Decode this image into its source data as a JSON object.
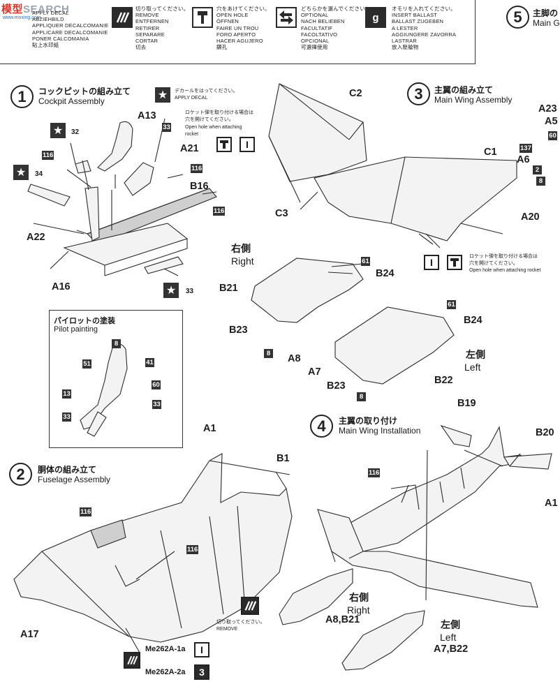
{
  "watermark": {
    "brand_a": "模型",
    "brand_b": "SEARCH",
    "url": "www.moxing.com"
  },
  "legend": [
    {
      "icon": "sticker-icon",
      "lines": [
        "APPLY DECAL",
        "ABZIEHBILD",
        "APPLIQUER DECALCOMANIE",
        "APPLICARE DECALCOMANIE",
        "PONER CALCOMANIA",
        "貼上水印紙"
      ]
    },
    {
      "icon": "cut-icon",
      "lines": [
        "切り取ってください。",
        "REMOVE",
        "ENTFERNEN",
        "RETIRER",
        "SEPARARE",
        "CORTAR",
        "切去"
      ]
    },
    {
      "icon": "drill-icon",
      "lines": [
        "穴をあけてください。",
        "OPEN HOLE",
        "ÖFFNEN",
        "FAIRE UN TROU",
        "FORO APERTO",
        "HACER AGUJERO",
        "鑽孔"
      ]
    },
    {
      "icon": "optional-arrows-icon",
      "lines": [
        "どちらかを選んでください。",
        "OPTIONAL",
        "NACH BELIEBEN",
        "FACULTATIF",
        "FACOLTATIVO",
        "OPCIONAL",
        "可選擇使用"
      ]
    },
    {
      "icon": "weight-icon",
      "lines": [
        "オモリを入れてください。",
        "INSERT BALLAST",
        "BALLAST ZUGEBEN",
        "A LESTER",
        "AGGIUNGERE ZAVORRA",
        "LASTRAR",
        "放入壓艙物"
      ]
    }
  ],
  "step5": {
    "num": "5",
    "jp": "主脚の",
    "en": "Main G"
  },
  "step1": {
    "num": "1",
    "jp": "コックピットの組み立て",
    "en": "Cockpit Assembly",
    "decal_jp": "デカールをはってください。",
    "decal_en": "APPLY DECAL",
    "rocket_jp1": "ロケット弾を取り付ける場合は",
    "rocket_jp2": "穴を開けてください。",
    "rocket_en1": "Open hole when attaching",
    "rocket_en2": "rocket"
  },
  "step2": {
    "num": "2",
    "jp": "胴体の組み立て",
    "en": "Fuselage Assembly",
    "cut_jp": "切り取ってください。",
    "cut_en": "REMOVE",
    "variant_1a": "Me262A-1a",
    "variant_2a": "Me262A-2a"
  },
  "step3": {
    "num": "3",
    "jp": "主翼の組み立て",
    "en": "Main Wing Assembly",
    "rocket_jp1": "ロケット弾を取り付ける場合は",
    "rocket_jp2": "穴を開けてください。",
    "rocket_en": "Open hole when attaching rocket"
  },
  "step4": {
    "num": "4",
    "jp": "主翼の取り付け",
    "en": "Main Wing Installation"
  },
  "pilot": {
    "jp": "パイロットの塗装",
    "en": "Pilot painting"
  },
  "sides": {
    "right_jp": "右側",
    "right_en": "Right",
    "left_jp": "左側",
    "left_en": "Left"
  },
  "icon_glyphs": {
    "roman_one": "I",
    "three": "3",
    "g": "g"
  },
  "parts": {
    "A13": "A13",
    "A21": "A21",
    "B16": "B16",
    "A22": "A22",
    "A16": "A16",
    "C2": "C2",
    "C1": "C1",
    "C3": "C3",
    "A23": "A23",
    "A5": "A5",
    "A6": "A6",
    "A20": "A20",
    "B21": "B21",
    "B23a": "B23",
    "A8": "A8",
    "B24a": "B24",
    "B24b": "B24",
    "A7": "A7",
    "B23b": "B23",
    "B22": "B22",
    "A1": "A1",
    "B1": "B1",
    "A17": "A17",
    "B19": "B19",
    "B20": "B20",
    "A1x": "A1",
    "A8B21": "A8,B21",
    "A7B22": "A7,B22"
  },
  "color_codes": {
    "c32": "32",
    "c33a": "33",
    "c116a": "116",
    "c34": "34",
    "c116b": "116",
    "c116c": "116",
    "c33b": "33",
    "c60": "60",
    "c137": "137",
    "c2": "2",
    "c8a": "8",
    "c61a": "61",
    "c61b": "61",
    "c8b": "8",
    "c8c": "8",
    "p8": "8",
    "p51": "51",
    "p41": "41",
    "p60": "60",
    "p13": "13",
    "p33a": "33",
    "p33b": "33",
    "c116d": "116",
    "c116e": "116",
    "c116f": "116"
  }
}
